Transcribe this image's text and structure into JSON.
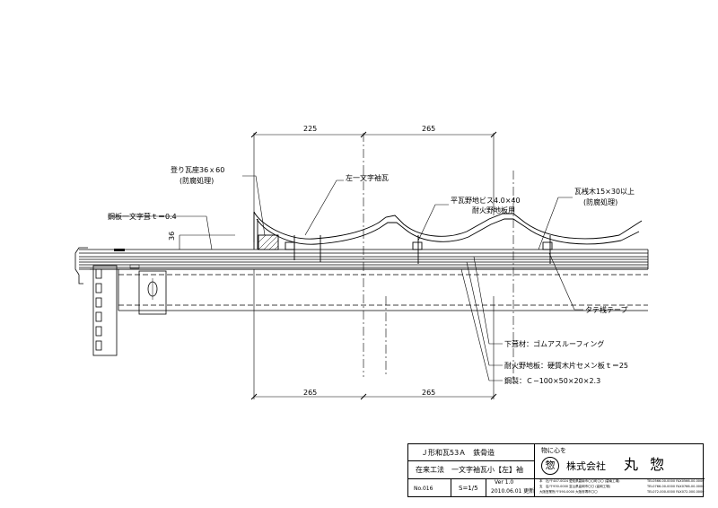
{
  "dimensions": {
    "top_left": "225",
    "top_right": "265",
    "bottom_left": "265",
    "bottom_right": "265",
    "height_36": "36"
  },
  "labels": {
    "ridge_seat": "登り瓦座36ｘ60",
    "ridge_seat_sub": "(防腐処理)",
    "left_tile": "左一文字袖瓦",
    "screw": "平瓦野地ビス4.0×40",
    "screw_sub": "耐火野地板用",
    "batten": "瓦桟木15×30以上",
    "batten_sub": "(防腐処理)",
    "steel_sheet": "鋼板一文字葺ｔ＝0.4",
    "tape": "タテ桟テープ",
    "underlay": "下葺材：ゴムアスルーフィング",
    "sheathing": "耐火野地板：硬質木片セメン板ｔ＝25",
    "steel": "鋼製：Ｃ−100×50×20×2.3"
  },
  "title_block": {
    "row1_left": "Ｊ形和瓦53Ａ　鉄骨造",
    "row2_left": "在来工法　一文字袖瓦小【左】袖",
    "drawing_no": "No.016",
    "scale": "S=1/5",
    "version": "Ver 1.0",
    "date": "2010.06.01 更新",
    "company_tagline": "物に心を",
    "company_prefix": "株式会社",
    "company_name": "丸 惣",
    "address_1": "本　社/〒447-0024 愛知県碧南市〇〇町〇〇 (碧南工場)",
    "address_2": "支　店/〒930-0000 富山県高岡市〇〇 (高岡工場)",
    "address_3": "大阪営業所/〒590-0000 大阪府堺市〇〇",
    "tel_1": "TEL0566-00-0000 FAX0566-00-0000",
    "tel_2": "TEL0766-00-0000 FAX0766-00-0000",
    "tel_3": "TEL072-000-0000 FAX072-000-0000"
  }
}
